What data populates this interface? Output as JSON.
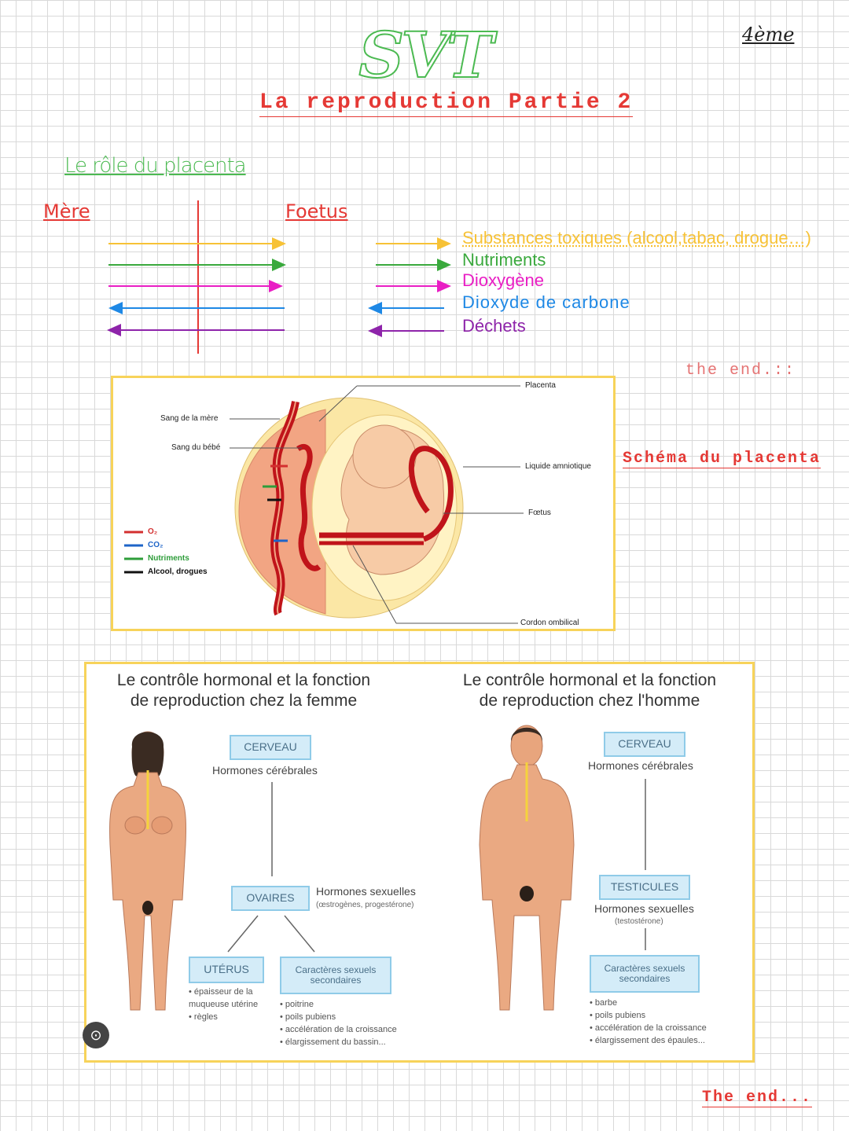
{
  "header": {
    "title": "SVT",
    "subtitle": "La reproduction Partie 2",
    "grade": "4ème"
  },
  "section1": {
    "heading": "Le rôle du placenta",
    "mother_label": "Mère",
    "fetus_label": "Foetus",
    "legend": [
      {
        "label": "Substances toxiques (alcool,tabac, drogue…)",
        "color": "#f7c236"
      },
      {
        "label": "Nutriments",
        "color": "#3aa93d"
      },
      {
        "label": "Dioxygène",
        "color": "#e91ec4"
      },
      {
        "label": "Dioxyde de carbone",
        "color": "#1e88e5"
      },
      {
        "label": "Déchets",
        "color": "#8e24aa"
      }
    ],
    "end_note": "the end.::"
  },
  "placenta_diagram": {
    "caption": "Schéma du placenta",
    "labels": {
      "mother_blood": "Sang de la mère",
      "baby_blood": "Sang du bébé",
      "placenta": "Placenta",
      "amniotic": "Liquide amniotique",
      "fetus": "Fœtus",
      "cord": "Cordon ombilical"
    },
    "key": [
      {
        "label": "O₂",
        "color": "#d32f2f"
      },
      {
        "label": "CO₂",
        "color": "#1e64c8"
      },
      {
        "label": "Nutriments",
        "color": "#2e9d3a"
      },
      {
        "label": "Alcool, drogues",
        "color": "#111111"
      }
    ]
  },
  "hormones": {
    "female": {
      "title_line1": "Le contrôle hormonal et la fonction",
      "title_line2": "de reproduction chez la femme",
      "brain": "CERVEAU",
      "brain_hormones": "Hormones cérébrales",
      "gland": "OVAIRES",
      "sex_hormones": "Hormones sexuelles",
      "sex_hormones_detail": "(œstrogènes, progestérone)",
      "uterus": "UTÉRUS",
      "uterus_effects": [
        "épaisseur de la muqueuse utérine",
        "règles"
      ],
      "secondary_line1": "Caractères sexuels",
      "secondary_line2": "secondaires",
      "secondary_effects": [
        "poitrine",
        "poils pubiens",
        "accélération de la croissance",
        "élargissement du bassin..."
      ]
    },
    "male": {
      "title_line1": "Le contrôle hormonal et la fonction",
      "title_line2": "de reproduction chez l'homme",
      "brain": "CERVEAU",
      "brain_hormones": "Hormones cérébrales",
      "gland": "TESTICULES",
      "sex_hormones": "Hormones sexuelles",
      "sex_hormones_detail": "(testostérone)",
      "secondary_line1": "Caractères sexuels",
      "secondary_line2": "secondaires",
      "secondary_effects": [
        "barbe",
        "poils pubiens",
        "accélération de la croissance",
        "élargissement des épaules..."
      ]
    }
  },
  "footer": {
    "end_note": "The end..."
  }
}
